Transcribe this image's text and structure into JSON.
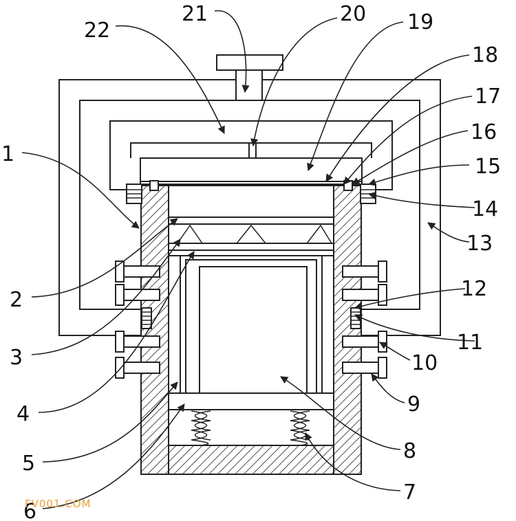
{
  "callouts": [
    {
      "id": "1",
      "text": "1"
    },
    {
      "id": "2",
      "text": "2"
    },
    {
      "id": "3",
      "text": "3"
    },
    {
      "id": "4",
      "text": "4"
    },
    {
      "id": "5",
      "text": "5"
    },
    {
      "id": "6",
      "text": "6"
    },
    {
      "id": "7",
      "text": "7"
    },
    {
      "id": "8",
      "text": "8"
    },
    {
      "id": "9",
      "text": "9"
    },
    {
      "id": "10",
      "text": "10"
    },
    {
      "id": "11",
      "text": "11"
    },
    {
      "id": "12",
      "text": "12"
    },
    {
      "id": "13",
      "text": "13"
    },
    {
      "id": "14",
      "text": "14"
    },
    {
      "id": "15",
      "text": "15"
    },
    {
      "id": "16",
      "text": "16"
    },
    {
      "id": "17",
      "text": "17"
    },
    {
      "id": "18",
      "text": "18"
    },
    {
      "id": "19",
      "text": "19"
    },
    {
      "id": "20",
      "text": "20"
    },
    {
      "id": "21",
      "text": "21"
    },
    {
      "id": "22",
      "text": "22"
    }
  ],
  "watermark": "FV001.COM",
  "colors": {
    "line": "#222222",
    "watermark": "#e8a23a",
    "background": "#ffffff"
  }
}
